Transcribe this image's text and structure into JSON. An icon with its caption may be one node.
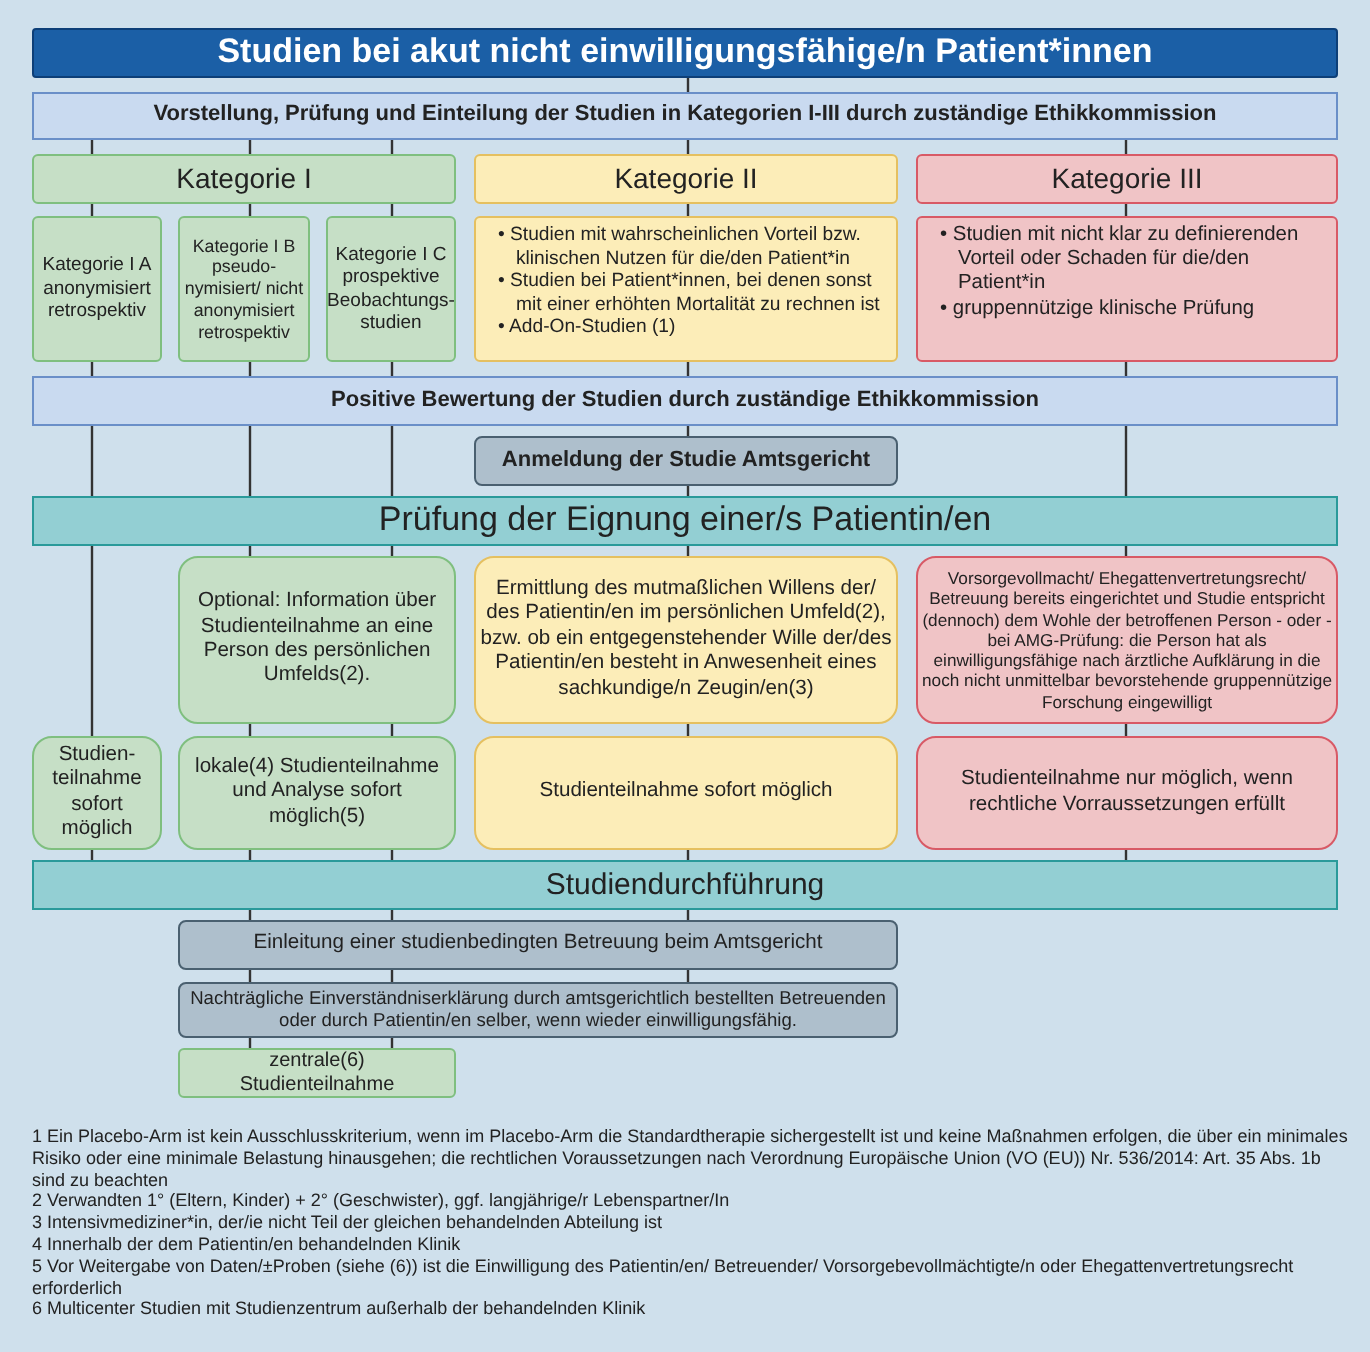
{
  "diagram": {
    "nodes": [
      {
        "text": [
          "Studien bei akut nicht einwilligungsfähige/n Patient*innen"
        ]
      },
      {
        "text": [
          "Vorstellung, Prüfung und Einteilung der Studien in Kategorien I-III durch zuständige Ethikkommission"
        ]
      },
      {
        "text": [
          "Kategorie I"
        ]
      },
      {
        "text": [
          "Kategorie II"
        ]
      },
      {
        "text": [
          "Kategorie III"
        ]
      },
      {
        "text": [
          "Kategorie I A anonymisiert retrospektiv"
        ]
      },
      {
        "text": [
          "Kategorie I B pseudo-nymisiert/ nicht anonymisiert retrospektiv"
        ]
      },
      {
        "text": [
          "Kategorie I C prospektive Beobachtungs-studien"
        ]
      },
      {
        "text": [
          "• Studien mit wahrscheinlichen Vorteil bzw. klinischen Nutzen für die/den Patient*in",
          "• Studien bei Patient*innen, bei denen sonst mit einer erhöhten Mortalität zu rechnen ist",
          "• Add-On-Studien (1)"
        ]
      },
      {
        "text": [
          "• Studien mit nicht klar zu definierenden Vorteil oder Schaden für die/den Patient*in",
          "• gruppennützige klinische Prüfung"
        ]
      },
      {
        "text": [
          "Positive Bewertung der Studien durch zuständige Ethikkommission"
        ]
      },
      {
        "text": [
          "Anmeldung  der Studie Amtsgericht"
        ]
      },
      {
        "text": [
          "Prüfung der Eignung einer/s Patientin/en"
        ]
      },
      {
        "text": [
          "Optional: Information über Studienteilnahme an eine Person des persönlichen Umfelds(2)."
        ]
      },
      {
        "text": [
          "Ermittlung des mutmaßlichen Willens der/ des Patientin/en im persönlichen Umfeld(2), bzw. ob ein entgegenstehender Wille der/des Patientin/en besteht in Anwesenheit eines sachkundige/n Zeugin/en(3)"
        ]
      },
      {
        "text": [
          "Vorsorgevollmacht/ Ehegattenvertretungsrecht/ Betreuung bereits eingerichtet und Studie entspricht (dennoch) dem Wohle der betroffenen Person  - oder - bei AMG-Prüfung: die Person hat als einwilligungsfähige nach ärztliche Aufklärung in die noch nicht unmittelbar bevorstehende gruppennützige Forschung eingewilligt"
        ]
      },
      {
        "text": [
          "Studien-teilnahme sofort möglich"
        ]
      },
      {
        "text": [
          "lokale(4) Studienteilnahme und Analyse sofort möglich(5)"
        ]
      },
      {
        "text": [
          "Studienteilnahme sofort möglich"
        ]
      },
      {
        "text": [
          "Studienteilnahme nur möglich, wenn rechtliche Vorraussetzungen erfüllt"
        ]
      },
      {
        "text": [
          "Studiendurchführung"
        ]
      },
      {
        "text": [
          "Einleitung einer studienbedingten Betreuung beim Amtsgericht"
        ]
      },
      {
        "text": [
          "Nachträgliche Einverständniserklärung durch amtsgerichtlich bestellten Betreuenden oder durch Patientin/en selber, wenn wieder einwilligungsfähig."
        ]
      },
      {
        "text": [
          "zentrale(6) Studienteilnahme"
        ]
      }
    ],
    "edges": [
      {
        "from": 0,
        "to": 1,
        "arrow": "none"
      },
      {
        "from": 1,
        "to": 3,
        "arrow": "none"
      },
      {
        "from": 3,
        "to": 8,
        "arrow": "none"
      },
      {
        "from": 8,
        "to": 10,
        "arrow": "none"
      },
      {
        "from": 10,
        "to": 11,
        "arrow": "none"
      },
      {
        "from": 11,
        "to": 12,
        "arrow": "none"
      },
      {
        "from": 12,
        "to": 14,
        "arrow": "none"
      },
      {
        "from": 14,
        "to": 18,
        "arrow": "none"
      },
      {
        "from": 18,
        "to": 20,
        "arrow": "none"
      },
      {
        "from": 20,
        "to": 21,
        "arrow": "none"
      },
      {
        "from": 21,
        "to": 22,
        "arrow": "none"
      },
      {
        "from": 1,
        "to": 2,
        "arrow": "none"
      },
      {
        "from": 2,
        "to": 5,
        "arrow": "none"
      },
      {
        "from": 5,
        "to": 10,
        "arrow": "none"
      },
      {
        "from": 10,
        "to": 12,
        "arrow": "none"
      },
      {
        "from": 12,
        "to": 16,
        "arrow": "none"
      },
      {
        "from": 16,
        "to": 20,
        "arrow": "none"
      },
      {
        "from": 1,
        "to": 2,
        "arrow": "none"
      },
      {
        "from": 2,
        "to": 6,
        "arrow": "none"
      },
      {
        "from": 6,
        "to": 10,
        "arrow": "none"
      },
      {
        "from": 10,
        "to": 12,
        "arrow": "none"
      },
      {
        "from": 12,
        "to": 13,
        "arrow": "none"
      },
      {
        "from": 13,
        "to": 17,
        "arrow": "none"
      },
      {
        "from": 17,
        "to": 20,
        "arrow": "none"
      },
      {
        "from": 20,
        "to": 21,
        "arrow": "none"
      },
      {
        "from": 21,
        "to": 22,
        "arrow": "none"
      },
      {
        "from": 22,
        "to": 23,
        "arrow": "none"
      },
      {
        "from": 1,
        "to": 2,
        "arrow": "none"
      },
      {
        "from": 2,
        "to": 7,
        "arrow": "none"
      },
      {
        "from": 7,
        "to": 10,
        "arrow": "none"
      },
      {
        "from": 10,
        "to": 12,
        "arrow": "none"
      },
      {
        "from": 12,
        "to": 13,
        "arrow": "none"
      },
      {
        "from": 13,
        "to": 17,
        "arrow": "none"
      },
      {
        "from": 17,
        "to": 20,
        "arrow": "none"
      },
      {
        "from": 20,
        "to": 21,
        "arrow": "none"
      },
      {
        "from": 21,
        "to": 22,
        "arrow": "none"
      },
      {
        "from": 22,
        "to": 23,
        "arrow": "none"
      },
      {
        "from": 1,
        "to": 4,
        "arrow": "none"
      },
      {
        "from": 4,
        "to": 9,
        "arrow": "none"
      },
      {
        "from": 9,
        "to": 10,
        "arrow": "none"
      },
      {
        "from": 10,
        "to": 12,
        "arrow": "none"
      },
      {
        "from": 12,
        "to": 15,
        "arrow": "none"
      },
      {
        "from": 15,
        "to": 19,
        "arrow": "none"
      },
      {
        "from": 19,
        "to": 20,
        "arrow": "none"
      }
    ],
    "labels": [
      "1 Ein Placebo-Arm ist kein Ausschlusskriterium, wenn im Placebo-Arm die Standardtherapie sichergestellt ist und keine Maßnahmen erfolgen, die über ein minimales Risiko oder eine minimale Belastung hinausgehen; die rechtlichen Voraussetzungen nach Verordnung Europäische Union (VO (EU)) Nr. 536/2014: Art. 35 Abs. 1b sind zu beachten",
      "2 Verwandten 1° (Eltern, Kinder) + 2° (Geschwister), ggf. langjährige/r Lebenspartner/In",
      "3 Intensivmediziner*in, der/ie nicht Teil der gleichen behandelnden Abteilung ist",
      "4 Innerhalb der dem Patientin/en behandelnden Klinik",
      "5 Vor Weitergabe von Daten/±Proben (siehe (6)) ist die Einwilligung des Patientin/en/ Betreuender/ Vorsorgebevollmächtigte/n oder Ehegattenvertretungsrecht erforderlich",
      "6 Multicenter Studien mit Studienzentrum außerhalb der behandelnden Klinik"
    ]
  }
}
